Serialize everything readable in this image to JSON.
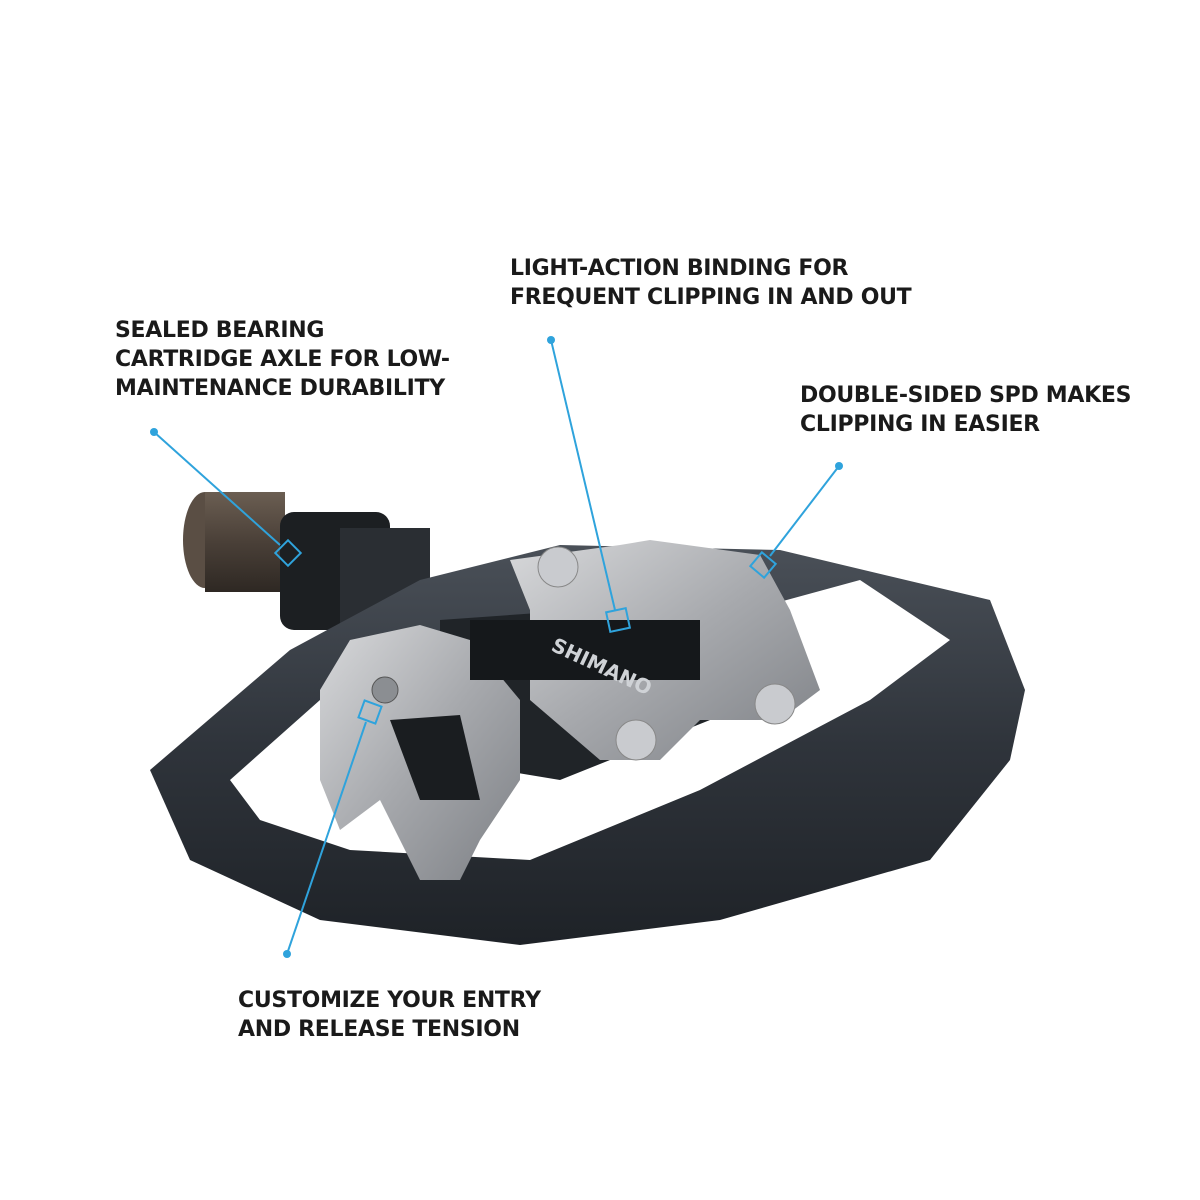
{
  "accent_color": "#2fa3dc",
  "product": {
    "brand_text": "SHIMANO"
  },
  "callouts": [
    {
      "text": "SEALED BEARING\nCARTRIDGE AXLE FOR LOW-\nMAINTENANCE DURABILITY"
    },
    {
      "text": "LIGHT-ACTION BINDING FOR\nFREQUENT CLIPPING IN AND OUT"
    },
    {
      "text": "DOUBLE-SIDED SPD MAKES\nCLIPPING IN EASIER"
    },
    {
      "text": "CUSTOMIZE YOUR ENTRY\nAND RELEASE TENSION"
    }
  ]
}
